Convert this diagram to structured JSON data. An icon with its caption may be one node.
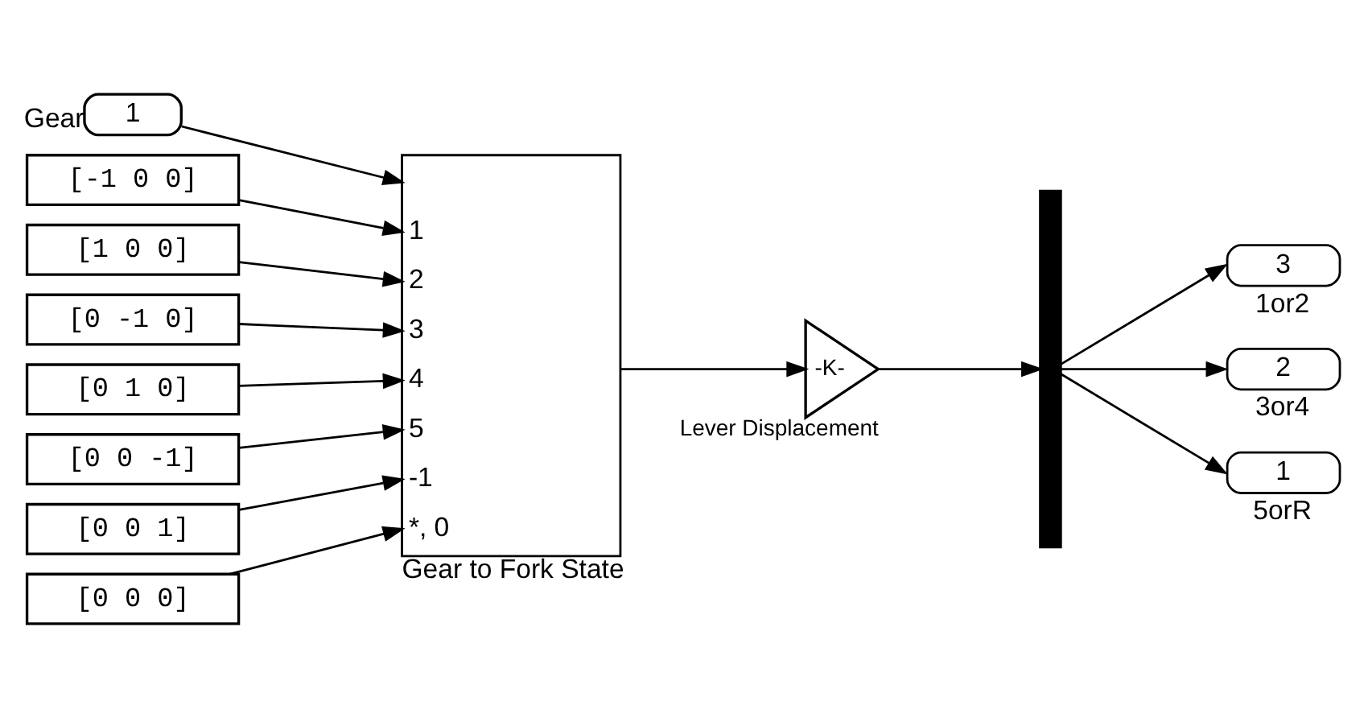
{
  "diagram": {
    "nodes": [
      {
        "text": [
          "1"
        ],
        "beside": [
          "Gear"
        ]
      },
      {
        "text": [
          "[-1 0 0]"
        ]
      },
      {
        "text": [
          "[1 0 0]"
        ]
      },
      {
        "text": [
          "[0 -1 0]"
        ]
      },
      {
        "text": [
          "[0 1 0]"
        ]
      },
      {
        "text": [
          "[0 0 -1]"
        ]
      },
      {
        "text": [
          "[0 0 1]"
        ]
      },
      {
        "text": [
          "[0 0 0]"
        ]
      },
      {
        "text": [
          "1",
          "2",
          "3",
          "4",
          "5",
          "-1",
          "*, 0"
        ],
        "beside": [
          "Gear to Fork State"
        ]
      },
      {
        "text": [
          "-K-"
        ],
        "beside": [
          "Lever Displacement"
        ]
      },
      {
        "text": [],
        "shape": "bar"
      },
      {
        "text": [
          "3"
        ],
        "beside": [
          "1or2"
        ]
      },
      {
        "text": [
          "2"
        ],
        "beside": [
          "3or4"
        ]
      },
      {
        "text": [
          "1"
        ],
        "beside": [
          "5orR"
        ]
      }
    ],
    "edges": [
      {
        "from": 0,
        "to": 8,
        "arrow": "to"
      },
      {
        "from": 1,
        "to": 8,
        "arrow": "to"
      },
      {
        "from": 2,
        "to": 8,
        "arrow": "to"
      },
      {
        "from": 3,
        "to": 8,
        "arrow": "to"
      },
      {
        "from": 4,
        "to": 8,
        "arrow": "to"
      },
      {
        "from": 5,
        "to": 8,
        "arrow": "to"
      },
      {
        "from": 6,
        "to": 8,
        "arrow": "to"
      },
      {
        "from": 7,
        "to": 8,
        "arrow": "to"
      },
      {
        "from": 8,
        "to": 9,
        "arrow": "to"
      },
      {
        "from": 9,
        "to": 10,
        "arrow": "to"
      },
      {
        "from": 10,
        "to": 11,
        "arrow": "to"
      },
      {
        "from": 10,
        "to": 12,
        "arrow": "to"
      },
      {
        "from": 10,
        "to": 13,
        "arrow": "to"
      }
    ]
  }
}
